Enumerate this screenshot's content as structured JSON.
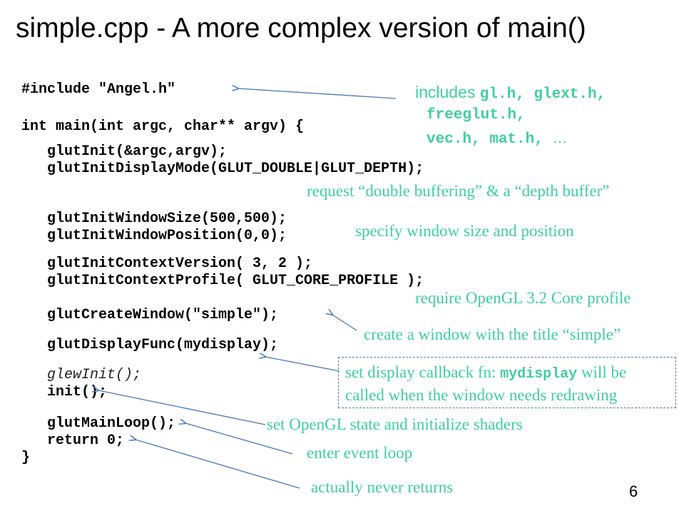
{
  "title": "simple.cpp - A more complex version of main()",
  "code": {
    "include": "#include \"Angel.h\"",
    "main_sig": "int main(int argc, char** argv) {",
    "glutInit": "glutInit(&argc,argv);",
    "displayMode": "glutInitDisplayMode(GLUT_DOUBLE|GLUT_DEPTH);",
    "windowSize": "glutInitWindowSize(500,500);",
    "windowPos": "glutInitWindowPosition(0,0);",
    "contextVersion": "glutInitContextVersion( 3, 2 );",
    "contextProfile": "glutInitContextProfile( GLUT_CORE_PROFILE );",
    "createWindow": "glutCreateWindow(\"simple\");",
    "displayFunc": "glutDisplayFunc(mydisplay);",
    "glewInit": "glewInit();",
    "init": "init();",
    "mainLoop": "glutMainLoop();",
    "return": "return 0;",
    "close": "}"
  },
  "notes": {
    "includes_word": "includes",
    "includes_line1": "gl.h, glext.h,",
    "includes_line2": "freeglut.h,",
    "includes_line3a": "vec.h, mat.h,",
    "includes_line3b": "…",
    "double_buffer": "request “double buffering” & a “depth buffer”",
    "window_size": "specify window size and position",
    "core_profile": "require OpenGL 3.2 Core profile",
    "create_a": "create",
    "create_b": " a window with the title “simple”",
    "callback_a": "set display callback fn: ",
    "callback_mono": "mydisplay",
    "callback_b": " will be",
    "callback_line2": "called when the window needs redrawing",
    "init_state": "set OpenGL state and initialize shaders",
    "event_loop": "enter event loop",
    "never_returns": "actually never returns"
  },
  "page_number": "6",
  "colors": {
    "annotation": "#3fcf9b",
    "arrow": "#4a78b5"
  }
}
